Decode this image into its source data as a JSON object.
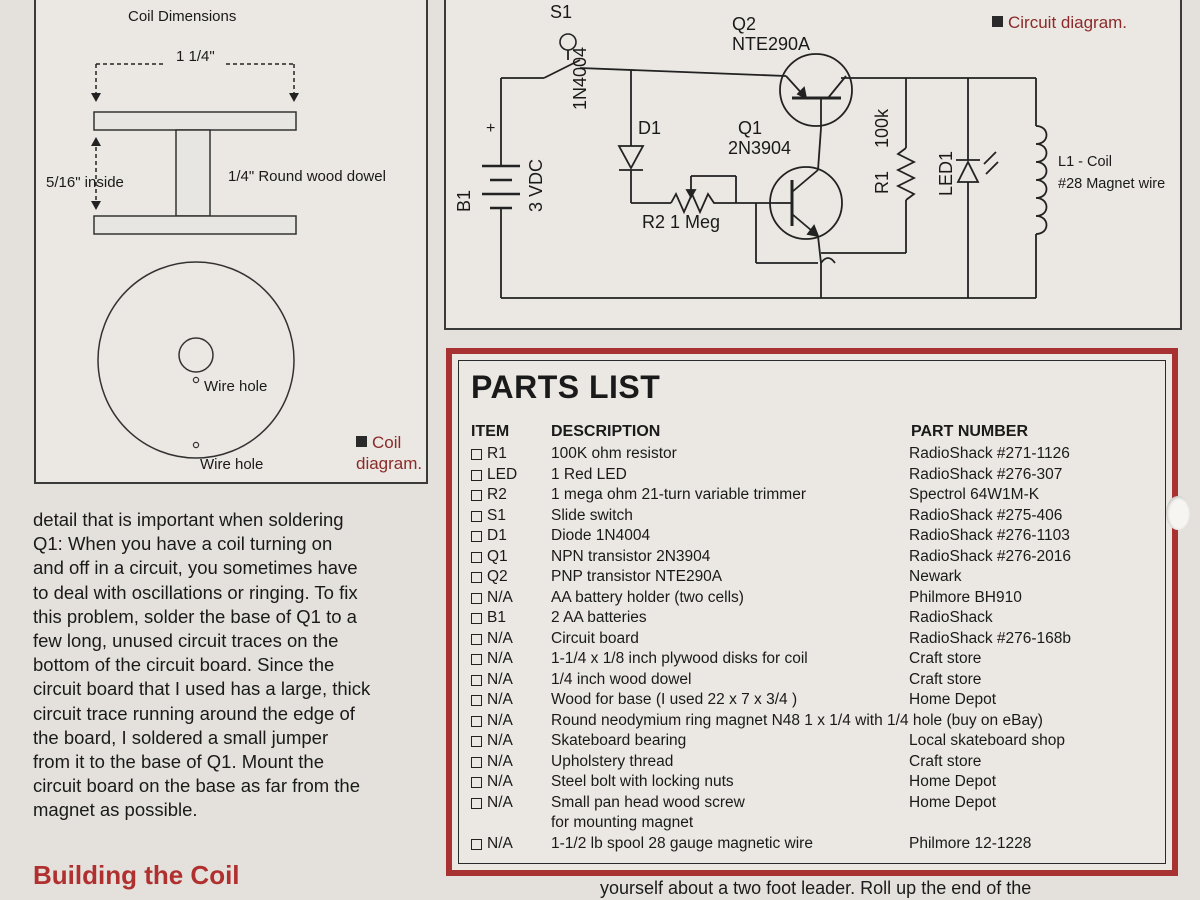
{
  "coil_diagram": {
    "title": "Coil Dimensions",
    "width_label": "1 1/4\"",
    "height_label": "5/16\" inside",
    "dowel_label": "1/4\" Round wood dowel",
    "wire_hole_center": "Wire hole",
    "wire_hole_edge": "Wire hole",
    "caption_line1": "Coil",
    "caption_line2": "diagram."
  },
  "circuit_diagram": {
    "caption": "Circuit diagram.",
    "s1": "S1",
    "q2": "Q2",
    "q2_part": "NTE290A",
    "q1": "Q1",
    "q1_part": "2N3904",
    "d1_part": "1N4004",
    "d1": "D1",
    "plus": "+",
    "b1": "B1",
    "b1_voltage": "3 VDC",
    "r2": "R2  1 Meg",
    "r1": "R1",
    "r1_value": "100k",
    "led": "LED1",
    "l1": "L1 - Coil",
    "l1_wire": "#28 Magnet wire"
  },
  "article": {
    "lines": [
      "detail that is important when soldering",
      "Q1: When you have a coil turning on",
      "and off in a circuit, you sometimes have",
      "to deal with oscillations or ringing. To fix",
      "this problem, solder the base of Q1 to a",
      "few long, unused circuit traces on the",
      "bottom of the circuit board. Since the",
      "circuit board that I used has a large, thick",
      "circuit trace running around the edge of",
      "the board, I soldered a small jumper",
      "from it to the base of Q1. Mount the",
      "circuit board on the base as far from the",
      "magnet as possible."
    ],
    "heading": "Building the Coil",
    "continuation": "yourself about a two foot leader. Roll up the end of the"
  },
  "parts_list": {
    "title": "PARTS LIST",
    "headers": {
      "item": "ITEM",
      "description": "DESCRIPTION",
      "part_number": "PART NUMBER"
    },
    "rows": [
      {
        "item": "R1",
        "description": "100K ohm resistor",
        "part_number": "RadioShack #271-1126"
      },
      {
        "item": "LED",
        "description": "1 Red LED",
        "part_number": "RadioShack #276-307"
      },
      {
        "item": "R2",
        "description": "1 mega ohm 21-turn variable trimmer",
        "part_number": "Spectrol 64W1M-K"
      },
      {
        "item": "S1",
        "description": "Slide switch",
        "part_number": "RadioShack #275-406"
      },
      {
        "item": "D1",
        "description": "Diode 1N4004",
        "part_number": "RadioShack #276-1103"
      },
      {
        "item": "Q1",
        "description": "NPN transistor 2N3904",
        "part_number": "RadioShack #276-2016"
      },
      {
        "item": "Q2",
        "description": "PNP transistor NTE290A",
        "part_number": "Newark"
      },
      {
        "item": "N/A",
        "description": "AA battery holder (two cells)",
        "part_number": "Philmore BH910"
      },
      {
        "item": "B1",
        "description": "2 AA batteries",
        "part_number": "RadioShack"
      },
      {
        "item": "N/A",
        "description": "Circuit board",
        "part_number": "RadioShack #276-168b"
      },
      {
        "item": "N/A",
        "description": "1-1/4 x 1/8 inch plywood disks for coil",
        "part_number": "Craft store"
      },
      {
        "item": "N/A",
        "description": "1/4 inch wood dowel",
        "part_number": "Craft store"
      },
      {
        "item": "N/A",
        "description": "Wood for base  (I used 22 x 7 x 3/4 )",
        "part_number": "Home Depot"
      },
      {
        "item": "N/A",
        "description": "Round neodymium ring magnet N48 1 x 1/4 with 1/4 hole (buy on eBay)",
        "part_number": ""
      },
      {
        "item": "N/A",
        "description": "Skateboard bearing",
        "part_number": "Local skateboard shop"
      },
      {
        "item": "N/A",
        "description": "Upholstery thread",
        "part_number": "Craft store"
      },
      {
        "item": "N/A",
        "description": "Steel bolt with locking nuts",
        "part_number": "Home Depot"
      },
      {
        "item": "N/A",
        "description": "Small pan head wood screw",
        "part_number": "Home Depot"
      },
      {
        "item": "",
        "description": "for mounting magnet",
        "part_number": ""
      },
      {
        "item": "N/A",
        "description": "1-1/2 lb spool 28 gauge magnetic wire",
        "part_number": "Philmore 12-1228"
      }
    ]
  }
}
